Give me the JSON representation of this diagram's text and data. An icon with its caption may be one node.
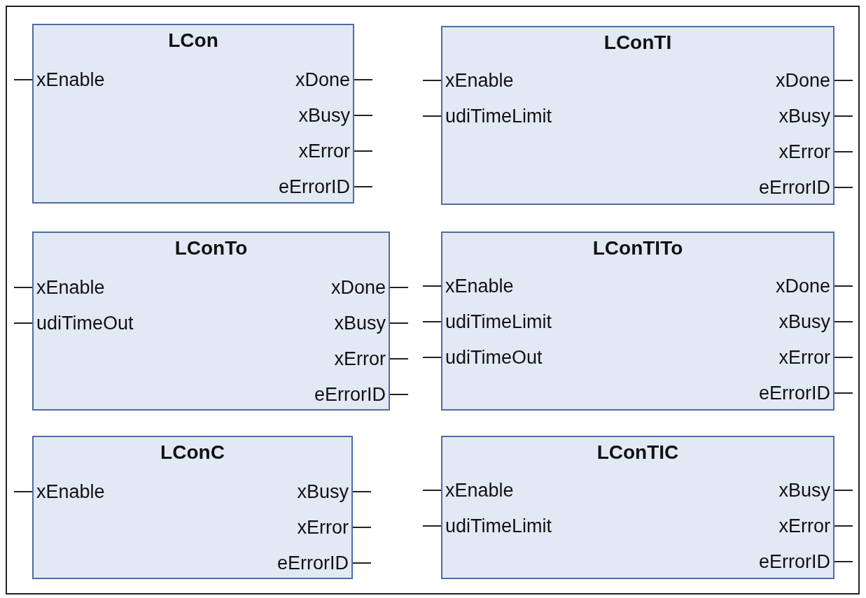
{
  "diagram": {
    "nodes": [
      {
        "text": [
          "LCon",
          "xEnable",
          "xDone",
          "xBusy",
          "xError",
          "eErrorID"
        ]
      },
      {
        "text": [
          "LConTI",
          "xEnable",
          "udiTimeLimit",
          "xDone",
          "xBusy",
          "xError",
          "eErrorID"
        ]
      },
      {
        "text": [
          "LConTo",
          "xEnable",
          "udiTimeOut",
          "xDone",
          "xBusy",
          "xError",
          "eErrorID"
        ]
      },
      {
        "text": [
          "LConTITo",
          "xEnable",
          "udiTimeLimit",
          "udiTimeOut",
          "xDone",
          "xBusy",
          "xError",
          "eErrorID"
        ]
      },
      {
        "text": [
          "LConC",
          "xEnable",
          "xBusy",
          "xError",
          "eErrorID"
        ]
      },
      {
        "text": [
          "LConTIC",
          "xEnable",
          "udiTimeLimit",
          "xBusy",
          "xError",
          "eErrorID"
        ]
      }
    ]
  }
}
